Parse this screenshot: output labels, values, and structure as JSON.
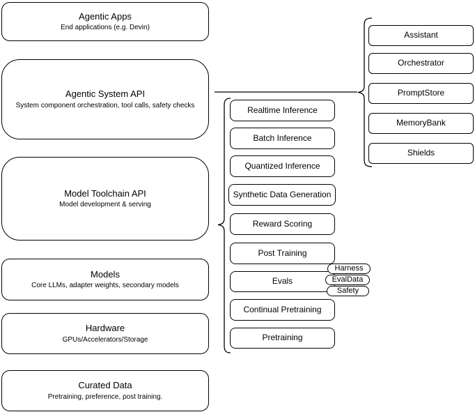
{
  "diagram": {
    "colors": {
      "stroke": "#000000",
      "background": "#ffffff"
    },
    "left_column": {
      "boxes": [
        {
          "title": "Agentic Apps",
          "subtitle": "End applications (e.g. Devin)"
        },
        {
          "title": "Agentic System API",
          "subtitle": "System component orchestration, tool calls, safety checks"
        },
        {
          "title": "Model Toolchain API",
          "subtitle": "Model development & serving"
        },
        {
          "title": "Models",
          "subtitle": "Core LLMs, adapter weights, secondary models"
        },
        {
          "title": "Hardware",
          "subtitle": "GPUs/Accelerators/Storage"
        },
        {
          "title": "Curated Data",
          "subtitle": "Pretraining, preference, post training."
        }
      ]
    },
    "toolchain_items": [
      {
        "label": "Realtime Inference"
      },
      {
        "label": "Batch Inference"
      },
      {
        "label": "Quantized Inference"
      },
      {
        "label": "Synthetic Data Generation"
      },
      {
        "label": "Reward Scoring"
      },
      {
        "label": "Post Training"
      },
      {
        "label": "Evals"
      },
      {
        "label": "Continual Pretraining"
      },
      {
        "label": "Pretraining"
      }
    ],
    "eval_tags": [
      {
        "label": "Harness"
      },
      {
        "label": "EvalData"
      },
      {
        "label": "Safety"
      }
    ],
    "system_components": [
      {
        "label": "Assistant"
      },
      {
        "label": "Orchestrator"
      },
      {
        "label": "PromptStore"
      },
      {
        "label": "MemoryBank"
      },
      {
        "label": "Shields"
      }
    ]
  }
}
